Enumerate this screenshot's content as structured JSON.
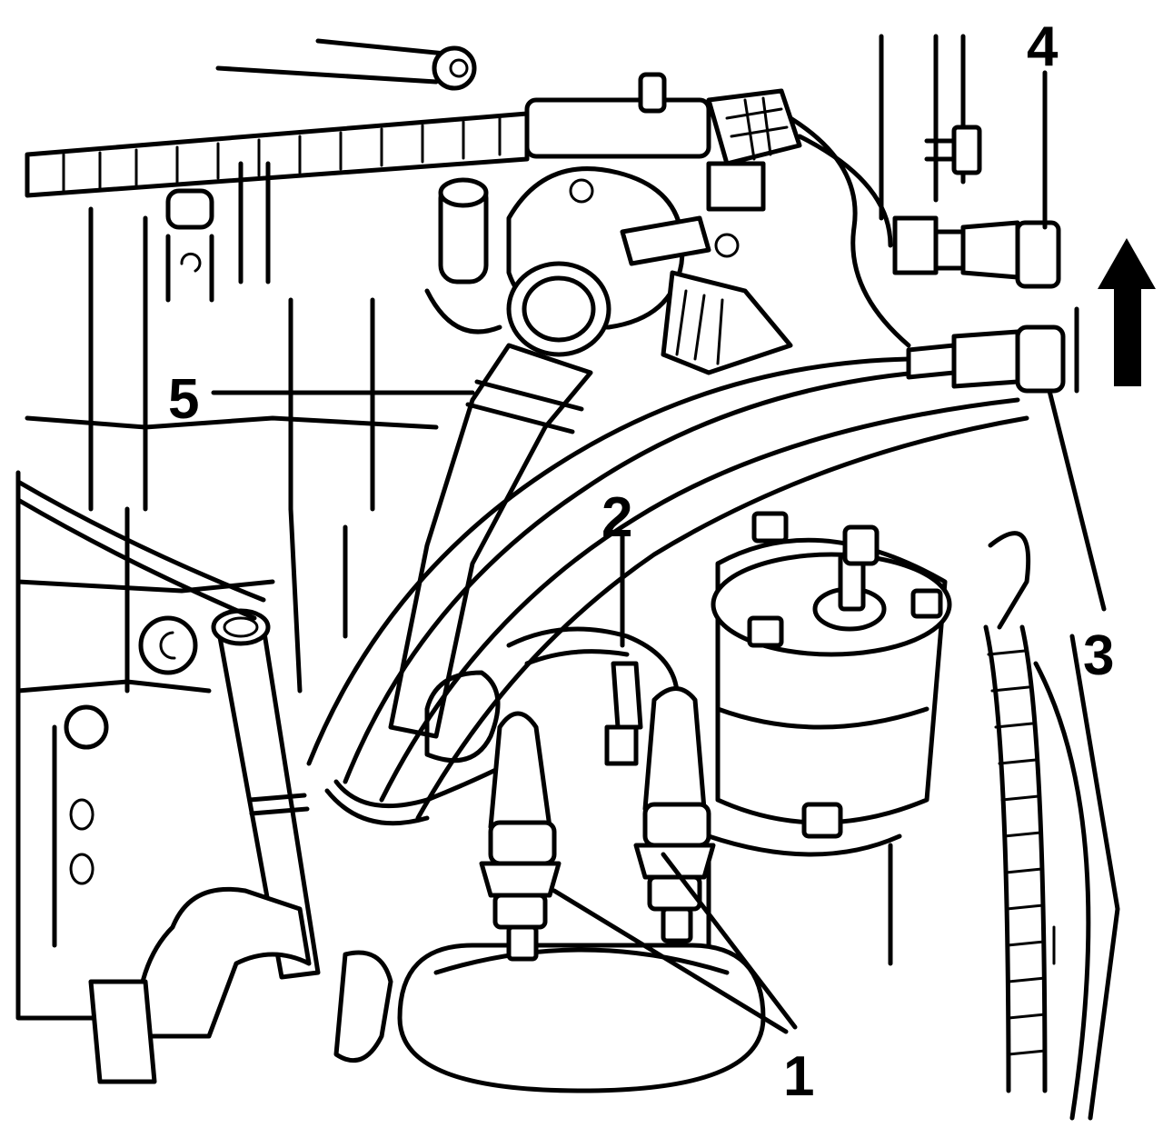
{
  "callouts": [
    {
      "id": "1",
      "text": "1"
    },
    {
      "id": "2",
      "text": "2"
    },
    {
      "id": "3",
      "text": "3"
    },
    {
      "id": "4",
      "text": "4"
    },
    {
      "id": "5",
      "text": "5"
    }
  ],
  "icons": {
    "direction_arrow": "up-arrow-icon"
  },
  "colors": {
    "ink": "#000000",
    "paper": "#ffffff"
  }
}
